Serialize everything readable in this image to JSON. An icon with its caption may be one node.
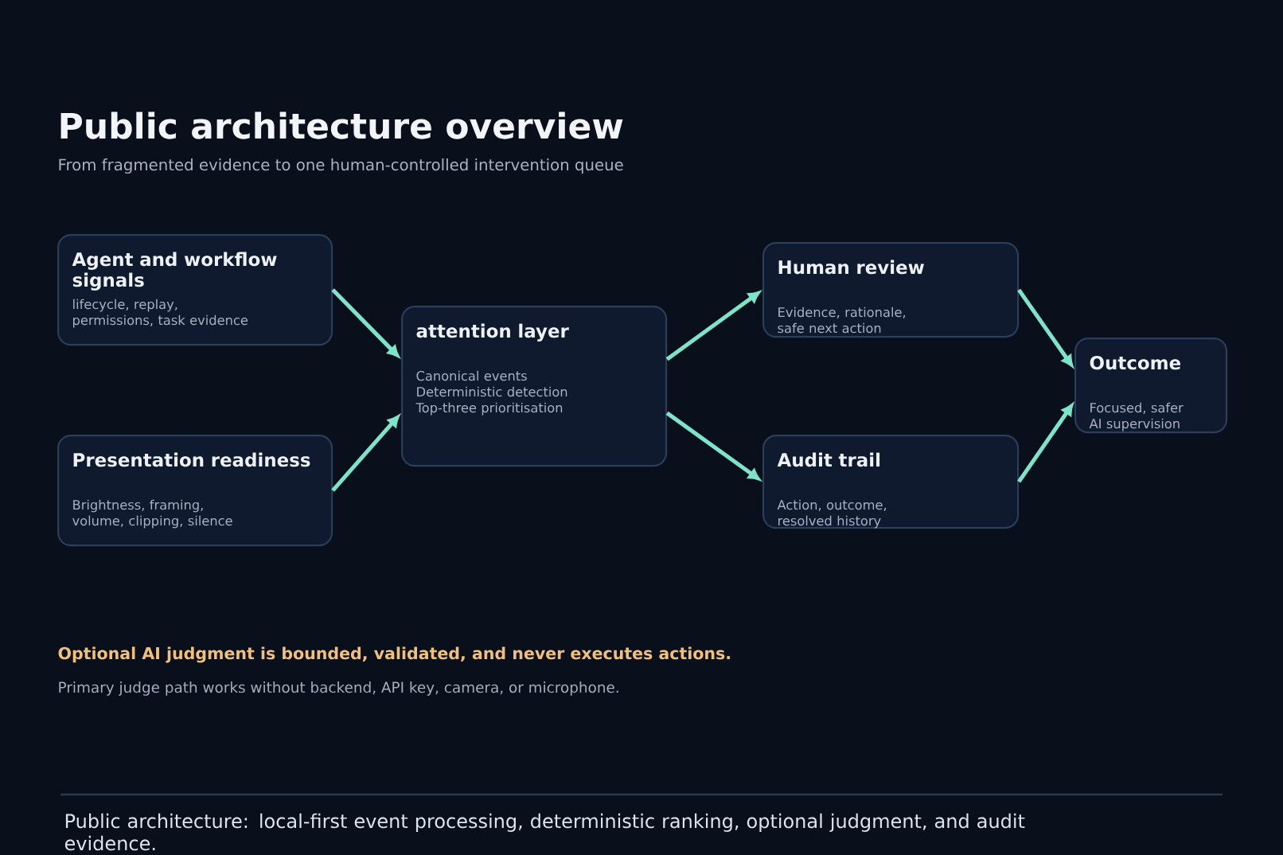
{
  "diagram": {
    "title": "Public architecture overview",
    "caption": "Public architecture: local-first event processing, deterministic ranking, optional judgment, and audit evidence.",
    "nodes": [
      {
        "text": [
          "Agent and workflow signals",
          "lifecycle, replay, permissions, task evidence"
        ]
      },
      {
        "text": [
          "Presentation readiness",
          "Brightness, framing, volume, clipping, silence"
        ]
      },
      {
        "text": [
          "attention layer",
          "Canonical events",
          "Deterministic detection",
          "Top-three prioritisation"
        ]
      },
      {
        "text": [
          "Human review",
          "Evidence, rationale, safe next action"
        ]
      },
      {
        "text": [
          "Audit trail",
          "Action, outcome, resolved history"
        ]
      },
      {
        "text": [
          "Outcome",
          "Focused, safer AI supervision"
        ]
      }
    ],
    "edges": [
      {
        "from": 0,
        "to": 2,
        "arrow": "to"
      },
      {
        "from": 1,
        "to": 2,
        "arrow": "to"
      },
      {
        "from": 2,
        "to": 3,
        "arrow": "to"
      },
      {
        "from": 2,
        "to": 4,
        "arrow": "to"
      },
      {
        "from": 3,
        "to": 5,
        "arrow": "to"
      },
      {
        "from": 4,
        "to": 5,
        "arrow": "to"
      }
    ],
    "labels": [
      "From fragmented evidence to one human-controlled intervention queue",
      "Optional AI judgment is bounded, validated, and never executes actions.",
      "Primary judge path works without backend, API key, camera, or microphone."
    ]
  }
}
